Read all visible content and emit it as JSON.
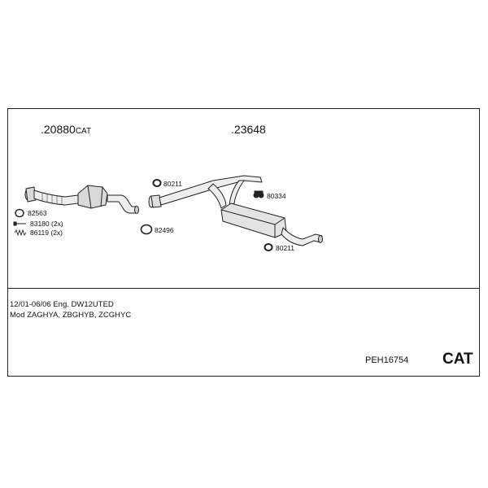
{
  "parts": {
    "front_section": {
      "number": ".20880",
      "suffix": "CAT"
    },
    "rear_section": {
      "number": ".23648"
    }
  },
  "labels": {
    "ring_82563": "82563",
    "bolt_83180": "83180 (2x)",
    "spring_86119": "86119 (2x)",
    "clamp_80211_top": "80211",
    "gasket_82496": "82496",
    "mount_80334": "80334",
    "clamp_80211_bottom": "80211"
  },
  "info": {
    "years_engine": "12/01-06/06   Eng. DW12UTED",
    "models": "Mod ZAGHYA, ZBGHYB, ZCGHYC"
  },
  "kit_code": "PEH16754",
  "cat_label": "CAT"
}
